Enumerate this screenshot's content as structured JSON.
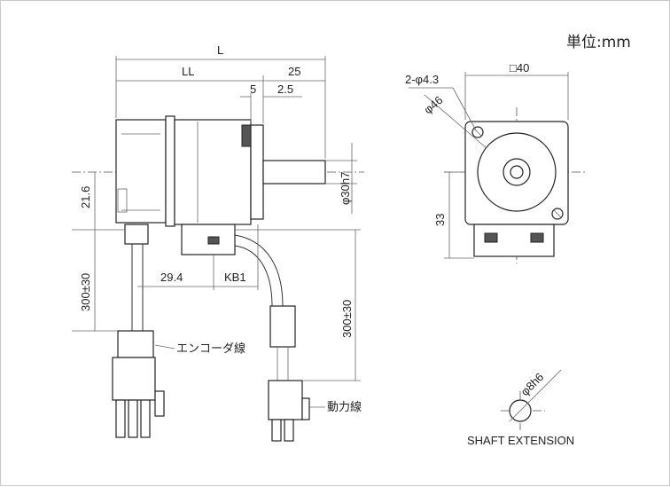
{
  "unit_label": "単位:mm",
  "side_view": {
    "dim_L": "L",
    "dim_LL": "LL",
    "dim_25": "25",
    "dim_5": "5",
    "dim_2_5": "2.5",
    "dim_shaft_dia": "φ30h7",
    "dim_21_6": "21.6",
    "dim_300_left": "300±30",
    "dim_29_4": "29.4",
    "dim_KB1": "KB1",
    "dim_300_right": "300±30",
    "encoder_cable_label": "エンコーダ線",
    "power_cable_label": "動力線"
  },
  "front_view": {
    "dim_square": "□40",
    "dim_holes": "2-φ4.3",
    "dim_pcd": "φ46",
    "dim_33": "33"
  },
  "shaft_extension": {
    "dim_shaft": "φ8h6",
    "title": "SHAFT EXTENSION"
  }
}
